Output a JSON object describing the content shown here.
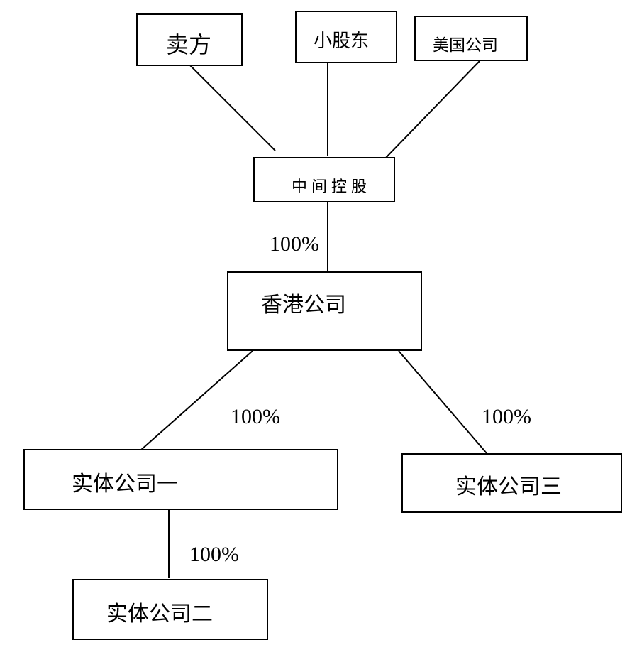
{
  "nodes": {
    "seller": "卖方",
    "minor_shareholder": "小股东",
    "us_company": "美国公司",
    "intermediate_holding": "中间控股",
    "hk_company": "香港公司",
    "entity_one": "实体公司一",
    "entity_two": "实体公司二",
    "entity_three": "实体公司三"
  },
  "edges": {
    "intermediate_to_hk": "100%",
    "hk_to_entity_one": "100%",
    "hk_to_entity_three": "100%",
    "entity_one_to_entity_two": "100%"
  },
  "colors": {
    "line": "#000000",
    "box_fill": "#ffffff",
    "text": "#000000"
  }
}
